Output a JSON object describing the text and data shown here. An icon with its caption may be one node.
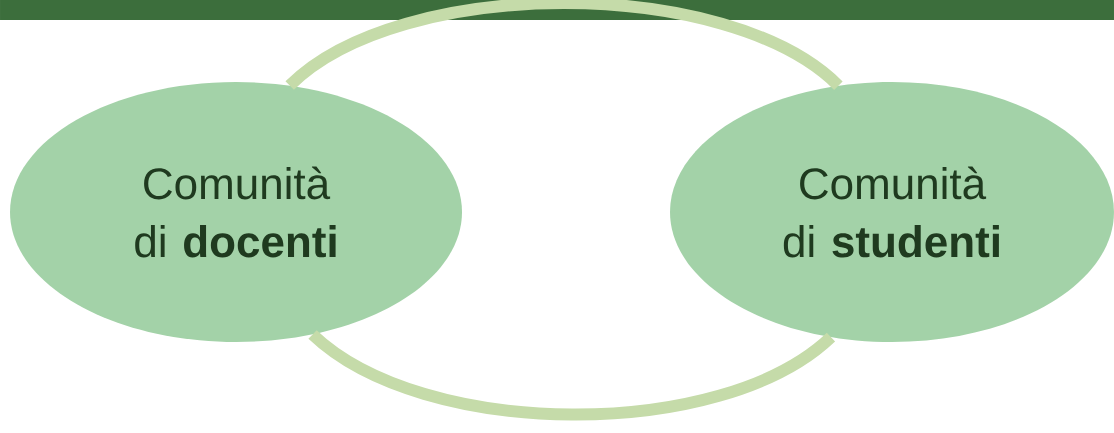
{
  "diagram": {
    "nodes": [
      {
        "text": [
          "Comunità di **docenti**"
        ]
      },
      {
        "text": [
          "Comunità di **studenti**"
        ]
      }
    ],
    "edges": [
      {
        "from": 0,
        "to": 1,
        "arrow": "none"
      },
      {
        "from": 0,
        "to": 1,
        "arrow": "none"
      }
    ]
  }
}
